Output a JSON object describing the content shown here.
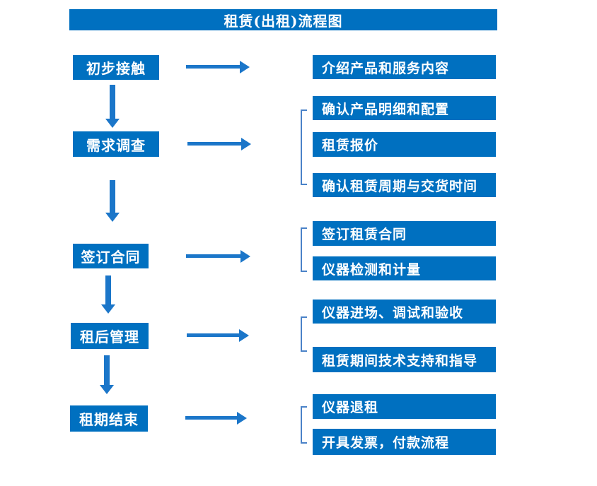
{
  "title": "租赁(出租)流程图",
  "colors": {
    "box_fill": "#0070C0",
    "arrow": "#1B76C9",
    "bracket": "#4A82C8",
    "text": "#FFFFFF",
    "background": "#FFFFFF"
  },
  "steps": [
    {
      "label": "初步接触",
      "details": [
        "介绍产品和服务内容"
      ]
    },
    {
      "label": "需求调查",
      "details": [
        "确认产品明细和配置",
        "租赁报价",
        "确认租赁周期与交货时间"
      ]
    },
    {
      "label": "签订合同",
      "details": [
        "签订租赁合同",
        "仪器检测和计量"
      ]
    },
    {
      "label": "租后管理",
      "details": [
        "仪器进场、调试和验收",
        "租赁期间技术支持和指导"
      ]
    },
    {
      "label": "租期结束",
      "details": [
        "仪器退租",
        "开具发票，付款流程"
      ]
    }
  ]
}
